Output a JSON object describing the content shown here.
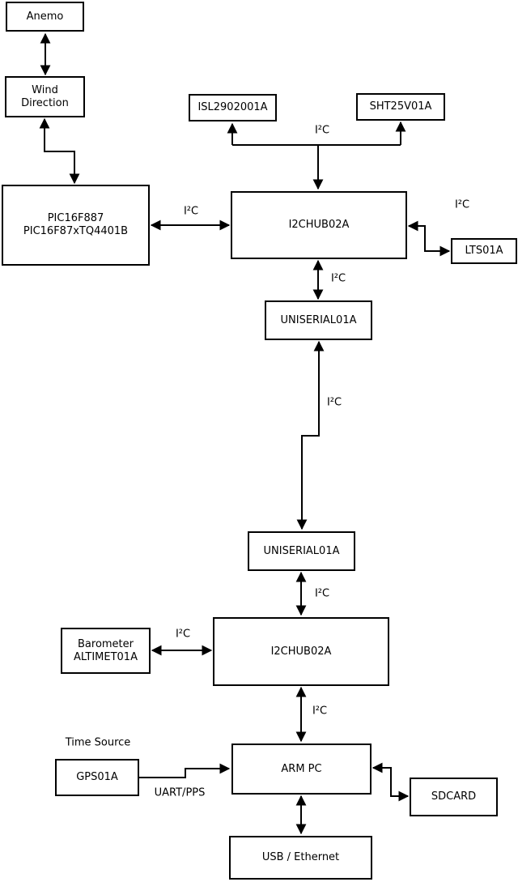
{
  "diagram": {
    "colors": {
      "background": "#ffffff",
      "ink": "#000000"
    },
    "nodes": {
      "anemo": {
        "label": "Anemo"
      },
      "wind_direction": {
        "line1": "Wind",
        "line2": "Direction"
      },
      "pic": {
        "line1": "PIC16F887",
        "line2": "PIC16F87xTQ4401B"
      },
      "isl": {
        "label": "ISL2902001A"
      },
      "sht": {
        "label": "SHT25V01A"
      },
      "hub1": {
        "label": "I2CHUB02A"
      },
      "lts": {
        "label": "LTS01A"
      },
      "uniserial1": {
        "label": "UNISERIAL01A"
      },
      "uniserial2": {
        "label": "UNISERIAL01A"
      },
      "hub2": {
        "label": "I2CHUB02A"
      },
      "barometer": {
        "line1": "Barometer",
        "line2": "ALTIMET01A"
      },
      "gps": {
        "label": "GPS01A"
      },
      "armpc": {
        "label": "ARM PC"
      },
      "sdcard": {
        "label": "SDCARD"
      },
      "usb_ethernet": {
        "label": "USB / Ethernet"
      }
    },
    "edge_labels": {
      "i2c": "I²C",
      "uart_pps": "UART/PPS",
      "time_source": "Time Source"
    }
  }
}
